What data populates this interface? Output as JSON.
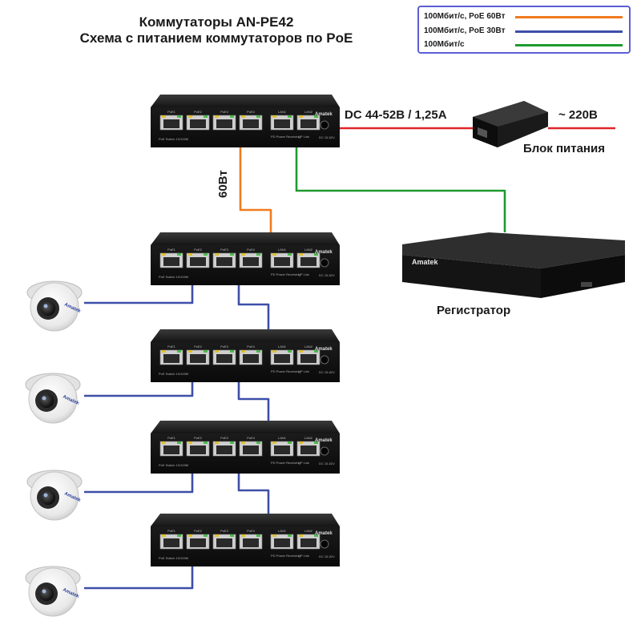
{
  "title": {
    "line1": "Коммутаторы AN-PE42",
    "line2": "Схема с питанием коммутаторов по PoE"
  },
  "legend": {
    "items": [
      {
        "label": "100Мбит/с, PoE 60Вт",
        "color": "#f07a1e"
      },
      {
        "label": "100Мбит/с, PoE 30Вт",
        "color": "#3d4fa8"
      },
      {
        "label": "100Мбит/с",
        "color": "#1e9a2e"
      }
    ]
  },
  "labels": {
    "dc": "DC 44-52В / 1,25A",
    "ac": "~ 220В",
    "psu": "Блок питания",
    "poe60": "60Вт",
    "nvr": "Регистратор"
  },
  "device_text": {
    "brand": "Amatek",
    "port_labels": [
      "PoE1",
      "PoE2",
      "PoE3",
      "PoE4",
      "LAN1",
      "LAN2"
    ],
    "bottom_left": "PoE Switch   10/100M",
    "bottom_mid": "PD Power Receiving",
    "bottom_uplink": "UP Link",
    "bottom_dc": "DC 15-52V"
  },
  "colors": {
    "poe60": "#f07a1e",
    "poe30": "#3d4fa8",
    "lan": "#1e9a2e",
    "power": "#e0262a"
  }
}
